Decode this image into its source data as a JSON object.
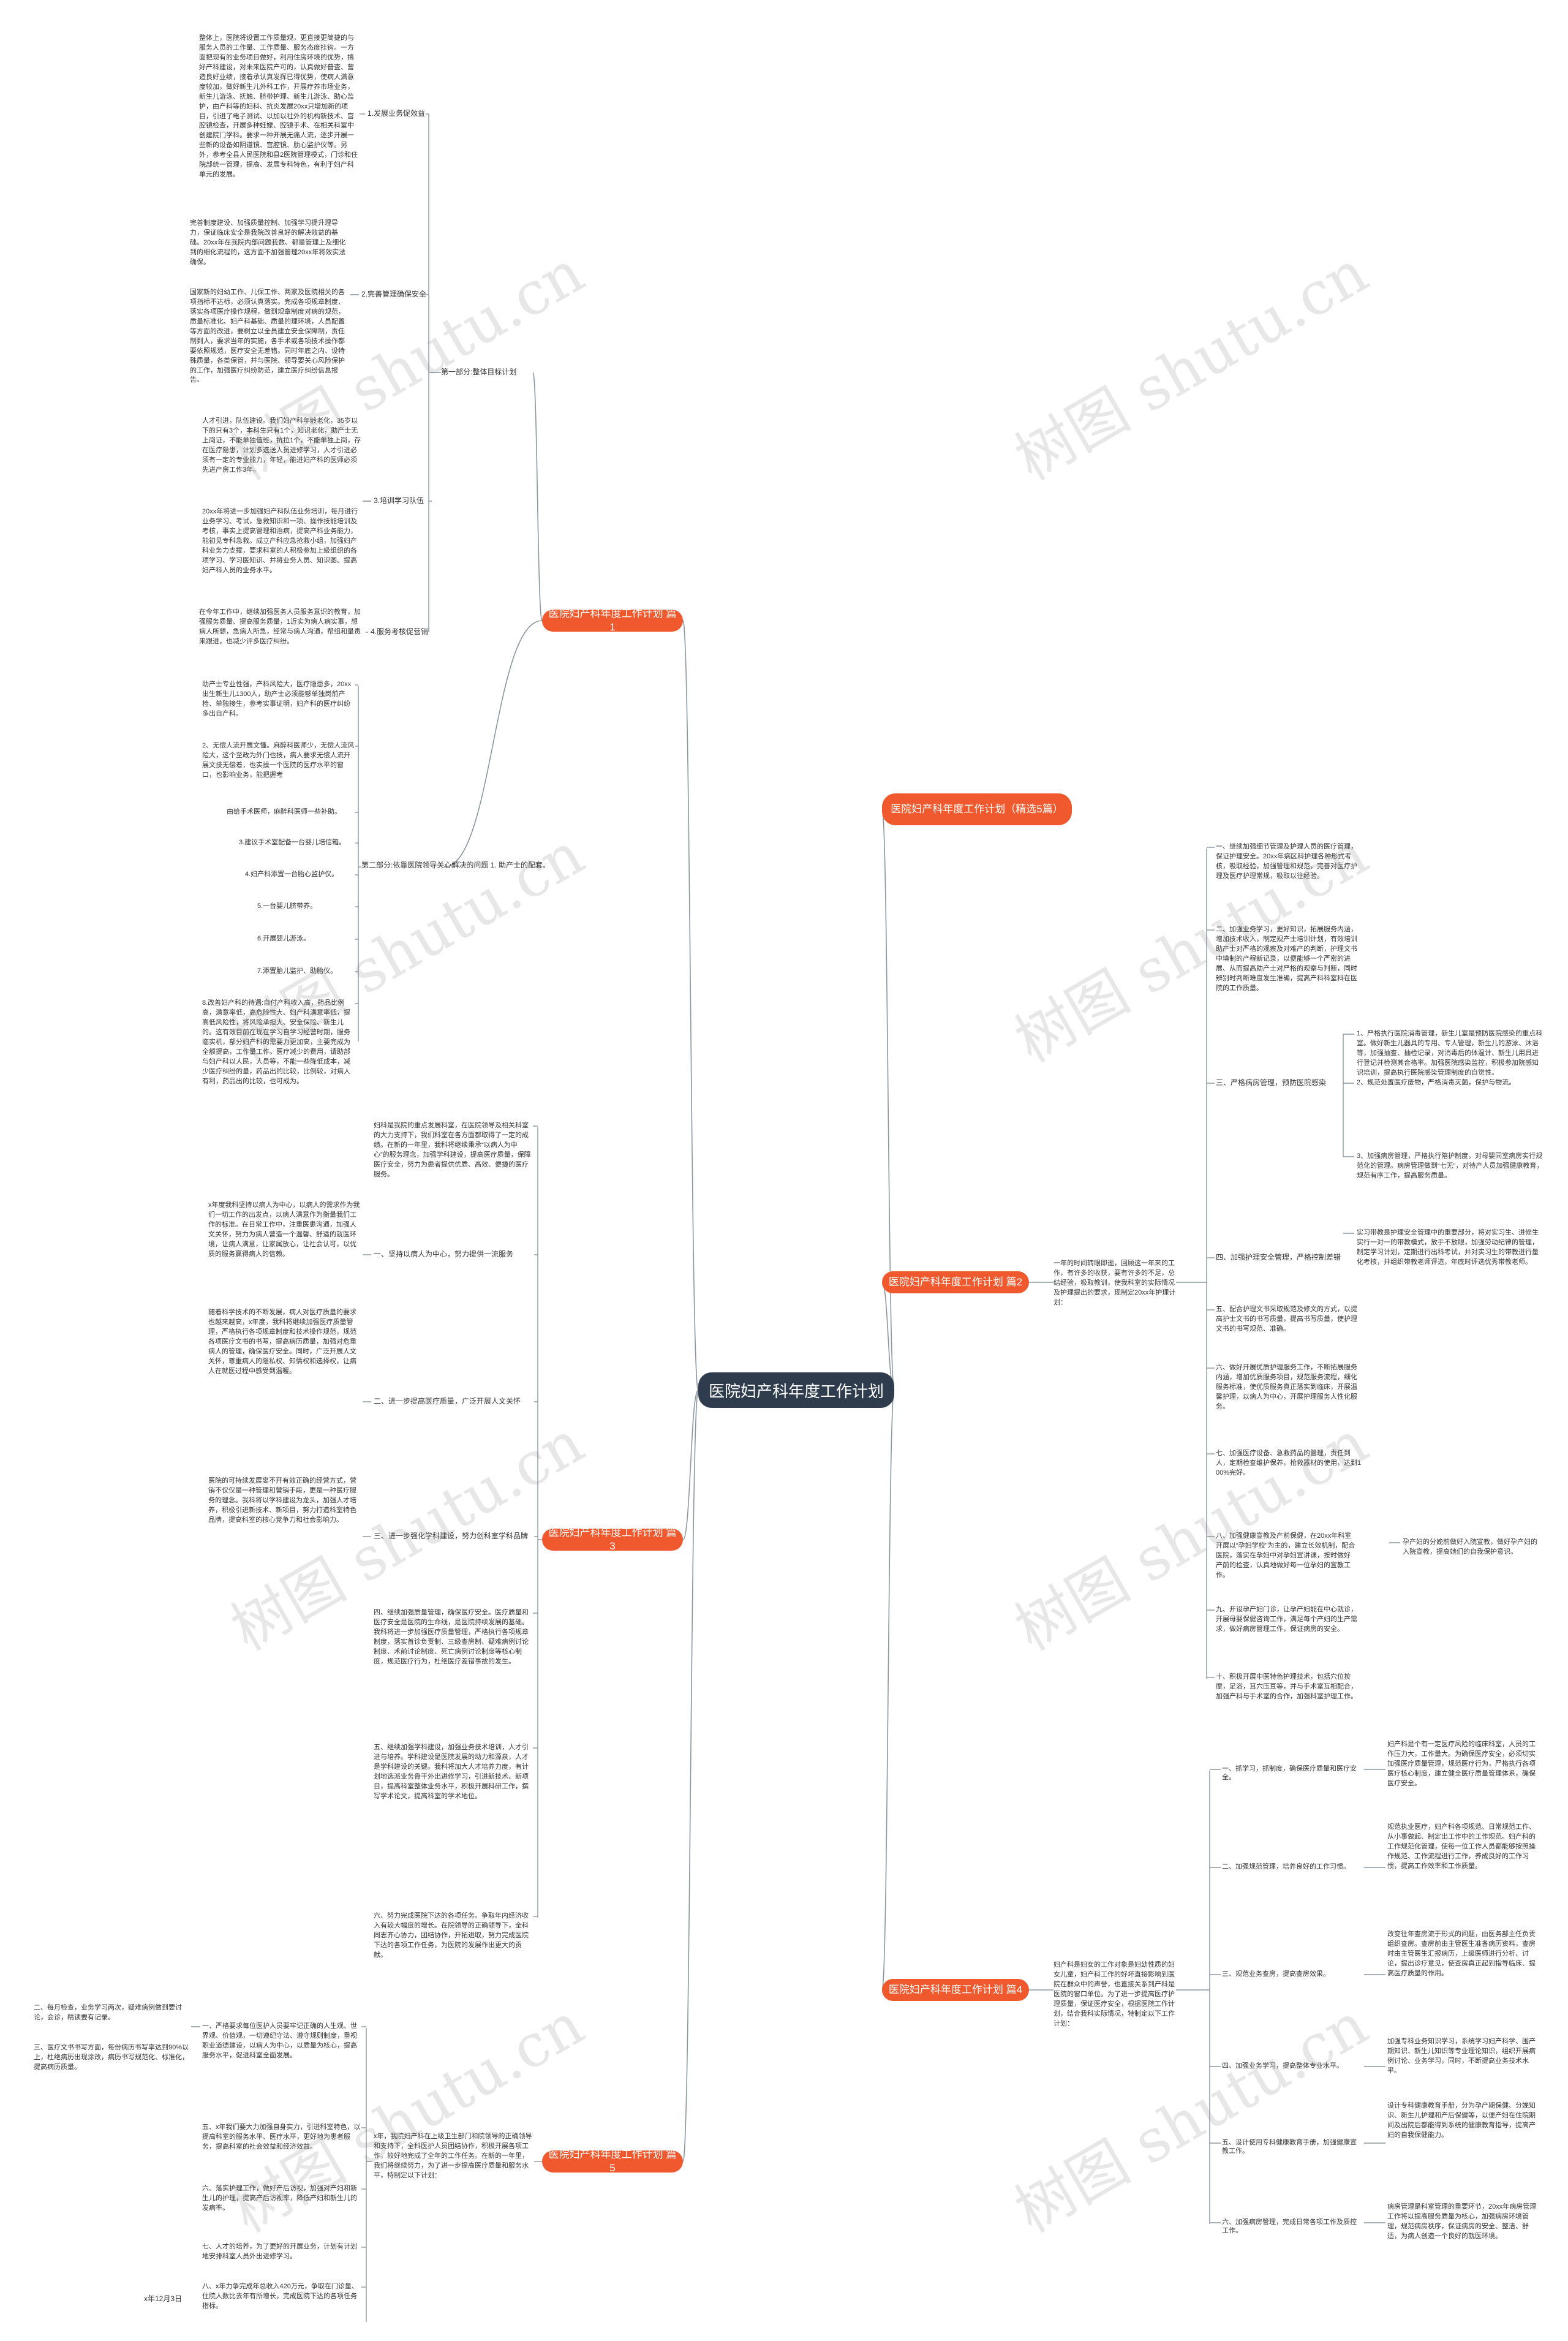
{
  "root": {
    "label": "医院妇产科年度工作计划"
  },
  "watermark": "树图 shutu.cn",
  "branches": [
    {
      "label": "医院妇产科年度工作计划 篇1",
      "children": [
        {
          "label": "第一部分:整体目标计划",
          "children": [
            {
              "label": "1.发展业务促效益",
              "children": [
                {
                  "text": "整体上，医院将设置工作质量观，更直接更简捷的与服务人员的工作量、工作质量、服务态度挂钩。一方面把现有的业务项目做好，利用住房环境的优势，搞好产科建设，对未来医院产可的，认真做好普查、营造良好业绩，接着承认真发挥已得优势，使病人满意度较加，做好新生儿外科工作，开展疗养市场业务，新生儿游泳、抚触、脐带护理、新生儿游泳、助心监护，由产科等的妇科、抗炎发展20xx只增加新的项目，引进了电子测试、以加以社外的机构新技术、宫腔镜检查，开展多种妊娠、腔镜手术、在相关科室中创建院门学科。要求一种开展无痛人流，逐步开展一些新的设备如阴道镜、宫腔镜、肋心监护仪等。另外，参考全县人民医院和县2医院管理模式，门诊和住院部统一管理，提高、发展专科特色，有利于妇产科单元的发展。"
                }
              ]
            },
            {
              "label": "2.完善管理确保安全",
              "children": [
                {
                  "text": "完善制度建设、加强质量控制、加强学习提升理导力，保证临床安全是我院改善良好的解决效益的基础。20xx年在我院内部问题我数、都是管理上及细化到的细化流程的，这方面不加强管理20xx年将效实法确保。"
                },
                {
                  "text": "国家新的妇幼工作、儿保工作、两家及医院相关的各项指标不达标，必须认真落实。完成各项规章制度、落实各项医疗操作规程，做到规章制度对病的规范，质量标准化、妇产科基础、质量的理环境，人员配置等方面的改进，要树立以全员建立安全保障制，责任制到人，要求当年的实施，各手术或各项技术操作都要依照规范，医疗安全无差错。同时年底之内、设特殊质量，各类保管，并与医院、领导要关心风险保护的工作，加强医疗纠纷防范，建立医疗纠纷信息报告。"
                }
              ]
            },
            {
              "label": "3.培训学习队伍",
              "children": [
                {
                  "text": "人才引进，队伍建设。我们妇产科年龄老化，35岁以下的只有3个，本科生只有1个，知识老化，助产士无上岗证，不能单独值班，抗拉1个，不能单独上岗，存在医疗隐患，计划多选送人员进修学习，人才引进必须有一定的专业能力，年轻，能进妇产科的医师必须先进产房工作3年。"
                },
                {
                  "text": "20xx年将进一步加强妇产科队伍业务培训，每月进行业务学习、考试，急救知识和一项、操作技能培训及考核，事实上提高管理和治病，提高产科业务能力，能初见专科急救。成立产科应急抢救小组，加强妇产科业务力支撑，要求科室的人积极参加上级组织的各项学习、学习医知识、并将业务人员、知识图、提高妇产科人员的业务水平。"
                }
              ]
            },
            {
              "label": "4.服务考核促营销",
              "children": [
                {
                  "text": "在今年工作中，继续加强医务人员服务意识的教育，加强服务质量、提高服务质量，1近实为病人病实事，想病人所想，急病人所急，经常与病人沟通，帮组和量责来跟进，也减少评多医疗纠纷。"
                }
              ]
            }
          ]
        },
        {
          "label": "第二部分:依靠医院领导关心解决的问题 1. 助产士的配套。",
          "children": [
            {
              "text": "助产士专业性强，产科风险大，医疗隐患多，20xx出生新生儿1300人，助产士必须能够单独岗前产检、单独接生，参考实事证明，妇产科的医疗纠纷多出自产科。"
            },
            {
              "text": "2、无偿人流开展文懂。麻醉科医师少，无偿人流风险大，这个至政为外门也技，病人要求无偿人流开展文技无偿着，也实操一个医院的医疗水平的窗口，也影响业务，能把握考"
            },
            {
              "text": "由给手术医师，麻醉科医师一些补助。"
            },
            {
              "text": "3.建议手术室配备一台婴儿培信箱。"
            },
            {
              "text": "4.妇产科添置一台胎心监护仪。"
            },
            {
              "text": "5.一台婴儿脐带养。"
            },
            {
              "text": "6.开展婴儿游泳。"
            },
            {
              "text": "7.添置胎儿监护、助胎仪。"
            },
            {
              "text": "8.改善妇产科的待遇:自付产科收入高，药品比例高，满意率低，高危险性大、妇产科满意率低，提高低风险性，将风险承担大、安全保险、新生儿的。这有效目前在现在学习自学习经营时期，服务临实机，部分妇产科的需要力更加高，主要完成为全额提高，工作量工作。医疗减少的费用，请助部与妇产科以人民，人员等，不能一些降低成本，减少医疗纠纷的量，药品出的比较，比例较，对病人有利，药品出的比较，也可成为。"
            }
          ]
        }
      ]
    },
    {
      "label": "医院妇产科年度工作计划（精选5篇）",
      "children": []
    },
    {
      "label": "医院妇产科年度工作计划 篇2",
      "intro": "一年的时间转眼即逝，回顾这一年来的工作，有许多的收获，要有许多的不足，总结经验，吸取教训，使我科室的实际情况及护理提出的要求，现制定20xx年护理计划：",
      "children": [
        {
          "text": "一、继续加强细节管理及护理人员的医疗管理，保证护理安全。20xx年病区科护理各种形式考核，吸取经验，加强管理和规范，完善对医疗护理及医疗护理常规，吸取以往经验。"
        },
        {
          "text": "二、加强业务学习，更好知识，拓展服务内涵，增加技术收入，制定规产士培训计划，有效培训助产士对严格的观察及对难产的判断，护理文书中填制的产程新记录，以便能够一个严密的进展、从而提高助产士对严格的观察与判断，同时辨别时判断难度发生准确，提高产科科室科在医院的工作质量。"
        },
        {
          "label": "三、严格病房管理，预防医院感染",
          "children": [
            {
              "text": "1、严格执行医院消毒管理，新生儿室是预防医院感染的重点科室。做好新生儿器具的专用、专人管理，新生儿的游泳、沐浴等，加强抽查、抽检记录，对消毒后的体温计、新生儿用具进行登记并检测其合格率。加强医院感染监控，积极参加院感知识培训，提高执行医院感染管理制度的自觉性。"
            },
            {
              "text": "2、规范处置医疗废物，严格消毒灭菌，保护与物流。"
            },
            {
              "text": "3、加强病房管理，严格执行陪护制度，对母婴同室病房实行规范化的管理。病房管理做到“七无”，对待产人员加强健康教育，规范有序工作，提高服务质量。"
            }
          ]
        },
        {
          "label": "四、加强护理安全管理，严格控制差错",
          "children": [
            {
              "text": "实习带教是护理安全管理中的重要部分，将对实习生、进修生实行一对一的带教模式，放手不放眼，加强劳动纪律的管理，制定学习计划，定期进行出科考试，并对实习生的带教进行量化考核，并组织带教老师评选，年底时评选优秀带教老师。"
            }
          ]
        },
        {
          "text": "五、配合护理文书采取规范及修文的方式，以提高护士文书的书写质量，提高书写质量，使护理文书的书写规范、准确。"
        },
        {
          "text": "六、做好开展优质护理服务工作，不断拓展服务内涵，增加优质服务项目，规范服务流程，细化服务标准，使优质服务真正落实到临床，开展温馨护理，以病人为中心，开展护理服务人性化服务。"
        },
        {
          "text": "七、加强医疗设备、急救药品的管理，责任到人，定期检查维护保养，抢救器材的使用，达到100%完好。"
        },
        {
          "label": "八、加强健康宣教及产前保健，在20xx年科室开展以“孕妇学校”为主的，建立长效机制，配合医院，落实在孕妇中对孕妇宣讲课，按时做好产前的检查，认真地做好每一位孕妇的宣教工作。",
          "children": [
            {
              "text": "孕产妇的分娩前做好入院宣教，做好孕产妇的入院宣教，提高她们的自我保护意识。"
            }
          ]
        },
        {
          "text": "九、开设孕产妇门诊，让孕产妇能在中心就诊，开展母婴保健咨询工作，满足每个产妇的生产需求，做好病房管理工作，保证病房的安全。"
        },
        {
          "text": "十、积极开展中医特色护理技术，包括穴位按摩，足浴，耳穴压豆等，并与手术室互相配合，加强产科与手术室的合作，加强科室护理工作。"
        }
      ]
    },
    {
      "label": "医院妇产科年度工作计划 篇3",
      "children": [
        {
          "text": "妇科是我院的重点发展科室，在医院领导及相关科室的大力支持下，我们科室在各方面都取得了一定的成绩。在新的一年里，我科将继续秉承“以病人为中心”的服务理念，加强学科建设，提高医疗质量，保障医疗安全，努力为患者提供优质、高效、便捷的医疗服务。"
        },
        {
          "label": "一、坚持以病人为中心，努力提供一流服务",
          "children": [
            {
              "text": "x年度我科坚持以病人为中心，以病人的需求作为我们一切工作的出发点，以病人满意作为衡量我们工作的标准。在日常工作中，注重医患沟通，加强人文关怀，努力为病人营造一个温馨、舒适的就医环境，让病人满意，让家属放心，让社会认可，以优质的服务赢得病人的信赖。"
            }
          ]
        },
        {
          "label": "二、进一步提高医疗质量，广泛开展人文关怀",
          "children": [
            {
              "text": "随着科学技术的不断发展，病人对医疗质量的要求也越来越高，x年度，我科将继续加强医疗质量管理，严格执行各项规章制度和技术操作规范，规范各项医疗文书的书写，提高病历质量，加强对危重病人的管理，确保医疗安全。同时，广泛开展人文关怀，尊重病人的隐私权、知情权和选择权，让病人在就医过程中感受到温暖。"
            }
          ]
        },
        {
          "label": "三、进一步强化学科建设，努力创科室学科品牌",
          "children": [
            {
              "text": "医院的可持续发展离不开有效正确的经营方式，营销不仅仅是一种管理和营销手段，更是一种医疗服务的理念。我科将以学科建设为龙头，加强人才培养，积极引进新技术、新项目，努力打造科室特色品牌，提高科室的核心竞争力和社会影响力。"
            }
          ]
        },
        {
          "text": "四、继续加强质量管理，确保医疗安全。医疗质量和医疗安全是医院的生命线，是医院持续发展的基础。我科将进一步加强医疗质量管理，严格执行各项规章制度，落实首诊负责制、三级查房制、疑难病例讨论制度、术前讨论制度、死亡病例讨论制度等核心制度，规范医疗行为，杜绝医疗差错事故的发生。"
        },
        {
          "text": "五、继续加强学科建设，加强业务技术培训，人才引进与培养。学科建设是医院发展的动力和源泉，人才是学科建设的关键。我科将加大人才培养力度，有计划地选派业务骨干外出进修学习，引进新技术、新项目，提高科室整体业务水平，积极开展科研工作，撰写学术论文，提高科室的学术地位。"
        },
        {
          "text": "六、努力完成医院下达的各项任务。争取年内经济收入有较大幅度的增长。在院领导的正确领导下，全科同志齐心协力，团结协作，开拓进取，努力完成医院下达的各项工作任务，为医院的发展作出更大的贡献。"
        }
      ]
    },
    {
      "label": "医院妇产科年度工作计划 篇4",
      "intro": "妇产科是妇女的工作对象是妇幼性质的妇女儿童，妇产科工作的好坏直接影响到医院在群众中的声誉，也直接关系到产科是医院的窗口单位。为了进一步提高医疗护理质量，保证医疗安全，根据医院工作计划，结合我科实际情况，特制定以下工作计划：",
      "children": [
        {
          "label": "一、抓学习，抓制度，确保医疗质量和医疗安全。",
          "children": [
            {
              "text": "妇产科是个有一定医疗风险的临床科室，人员的工作压力大，工作量大。为确保医疗安全，必须切实加强医疗质量管理，规范医疗行为，严格执行各项医疗核心制度，建立健全医疗质量管理体系，确保医疗安全。"
            }
          ]
        },
        {
          "label": "二、加强规范管理，培养良好的工作习惯。",
          "children": [
            {
              "text": "规范执业医疗，妇产科各项规范、日常规范工作、从小事做起、制定出工作中的工作规范。妇产科的工作规范化管理，使每一位工作人员都能够按照操作规范、工作流程进行工作，养成良好的工作习惯，提高工作效率和工作质量。"
            }
          ]
        },
        {
          "label": "三、规范业务查房，提高查房效果。",
          "children": [
            {
              "text": "改变往年查房流于形式的问题，由医务部主任负责组织查房。查房前由主管医生准备病历资料，查房时由主管医生汇报病历，上级医师进行分析、讨论，提出诊疗意见，使查房真正起到指导临床、提高医疗质量的作用。"
            }
          ]
        },
        {
          "label": "四、加强业务学习，提高整体专业水平。",
          "children": [
            {
              "text": "加强专科业务知识学习，系统学习妇产科学、围产期知识、新生儿知识等专业理论知识，组织开展病例讨论、业务学习，同时，不断提高业务技术水平。"
            }
          ]
        },
        {
          "label": "五、设计使用专科健康教育手册，加强健康宣教工作。",
          "children": [
            {
              "text": "设计专科健康教育手册，分为孕产期保健、分娩知识、新生儿护理和产后保健等，以便产妇在住院期间及出院后都能得到系统的健康教育指导，提高产妇的自我保健能力。"
            }
          ]
        },
        {
          "label": "六、加强病房管理，完成日常各项工作及质控工作。",
          "children": [
            {
              "text": "病房管理是科室管理的重要环节，20xx年病房管理工作将以提高服务质量为核心，加强病房环境管理，规范病房秩序，保证病房的安全、整洁、舒适，为病人创造一个良好的就医环境。"
            }
          ]
        }
      ]
    },
    {
      "label": "医院妇产科年度工作计划 篇5",
      "intro": "x年，我院妇产科在上级卫生部门和院领导的正确领导和支持下，全科医护人员团结协作，积极开展各项工作，较好地完成了全年的工作任务。在新的一年里，我们将继续努力，为了进一步提高医疗质量和服务水平，特制定以下计划：",
      "children": [
        {
          "label": "一、严格要求每位医护人员要牢记正确的人生观、世界观、价值观，一切遵纪守法、遵守规则制度，重视职业道德建设，以病人为中心，以质量为核心，提高服务水平，促进科室全面发展。",
          "children": [
            {
              "text": "二、每月检查，业务学习两次，疑难病例做到要讨论，会诊，精读要有记录。"
            },
            {
              "text": "三、医疗文书书写方面，每份病历书写率达到90%以上，杜绝病历出现涂改，病历书写规范化、标准化，提高病历质量。"
            }
          ]
        },
        {
          "text": "五、x年我们要大力加强自身实力，引进科室特色，以提高科室的服务水平、医疗水平，更好地为患者服务，提高科室的社会效益和经济效益。"
        },
        {
          "text": "六、落实护理工作，做好产后访视，加强对产妇和新生儿的护理，提高产后访视率，降低产妇和新生儿的发病率。"
        },
        {
          "text": "七、人才的培养，为了更好的开展业务，计划有计划地安排科室人员外出进修学习。"
        },
        {
          "text": "八、x年力争完成年总收入420万元，争取在门诊量、住院人数比去年有所增长，完成医院下达的各项任务指标。"
        }
      ],
      "footer": "x年12月3日"
    }
  ]
}
